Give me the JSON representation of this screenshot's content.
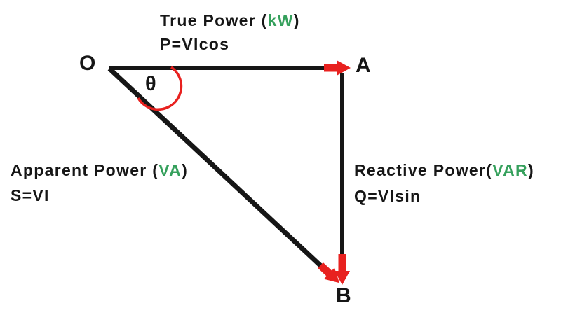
{
  "colors": {
    "ink": "#161616",
    "red": "#e8211f",
    "green": "#35a05c",
    "bg": "#ffffff"
  },
  "vertices": {
    "origin": "O",
    "a": "A",
    "b": "B"
  },
  "angle": {
    "symbol": "θ"
  },
  "labels": {
    "true_power": {
      "name": "True Power (",
      "unit": "kW",
      "close": ")",
      "formula": "P=VIcos"
    },
    "apparent_power": {
      "name": "Apparent Power (",
      "unit": "VA",
      "close": ")",
      "formula": "S=VI"
    },
    "reactive_power": {
      "name": "Reactive Power(",
      "unit": "VAR",
      "close": ")",
      "formula": "Q=VIsin"
    }
  }
}
